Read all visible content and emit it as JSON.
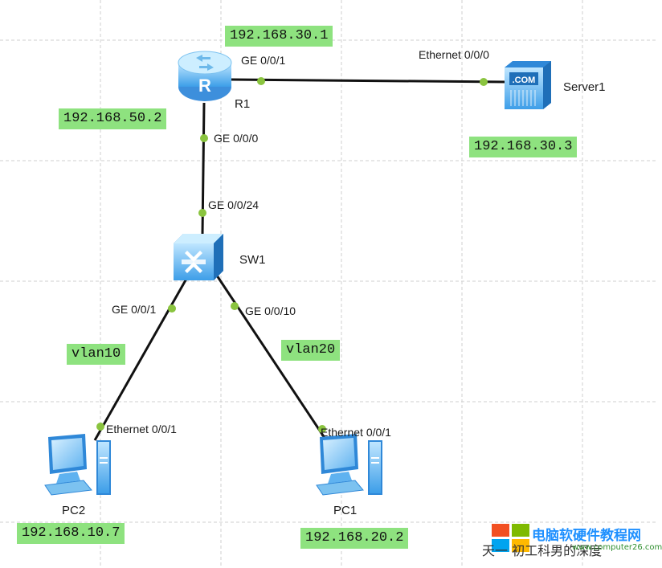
{
  "devices": {
    "router": {
      "name": "R1",
      "icon": "router-icon",
      "glyph": "R"
    },
    "switch": {
      "name": "SW1",
      "icon": "switch-icon"
    },
    "server": {
      "name": "Server1",
      "icon": "server-icon",
      "glyph": ".COM"
    },
    "pc1": {
      "name": "PC1",
      "icon": "pc-icon"
    },
    "pc2": {
      "name": "PC2",
      "icon": "pc-icon"
    }
  },
  "ports": {
    "r1_ge001": "GE 0/0/1",
    "server_eth000": "Ethernet 0/0/0",
    "r1_ge000": "GE 0/0/0",
    "sw1_ge0024": "GE 0/0/24",
    "sw1_ge001": "GE 0/0/1",
    "sw1_ge0010": "GE 0/0/10",
    "pc2_eth001": "Ethernet 0/0/1",
    "pc1_eth001": "Ethernet 0/0/1"
  },
  "ip_labels": {
    "r1_to_server": "192.168.30.1",
    "r1_to_switch": "192.168.50.2",
    "server": "192.168.30.3",
    "pc2": "192.168.10.7",
    "pc1": "192.168.20.2"
  },
  "vlan_labels": {
    "left": "vlan10",
    "right": "vlan20"
  },
  "watermark": {
    "title": "电脑软硬件教程网",
    "subtitle": "天一 初工科男的深度",
    "url": "www.computer26.com"
  },
  "colors": {
    "label_bg": "#8ee27f",
    "port_dot": "#8ac43f",
    "link": "#111111",
    "device_blue": "#5fb2f0"
  }
}
